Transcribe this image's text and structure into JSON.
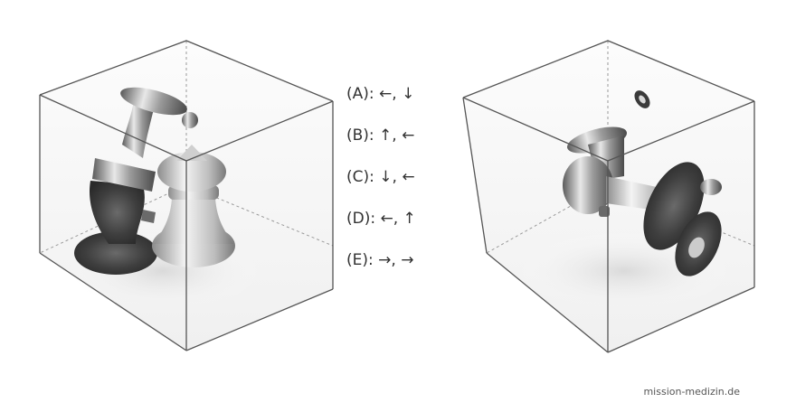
{
  "options": [
    {
      "label": "(A): ←, ↓"
    },
    {
      "label": "(B): ↑, ←"
    },
    {
      "label": "(C): ↓, ←"
    },
    {
      "label": "(D): ←, ↑"
    },
    {
      "label": "(E): →, →"
    }
  ],
  "credit": "mission-medizin.de",
  "colors": {
    "cube_edge": "#555555",
    "object_dark": "#4a4a4a",
    "object_light": "#bdbdbd",
    "text": "#333333"
  }
}
